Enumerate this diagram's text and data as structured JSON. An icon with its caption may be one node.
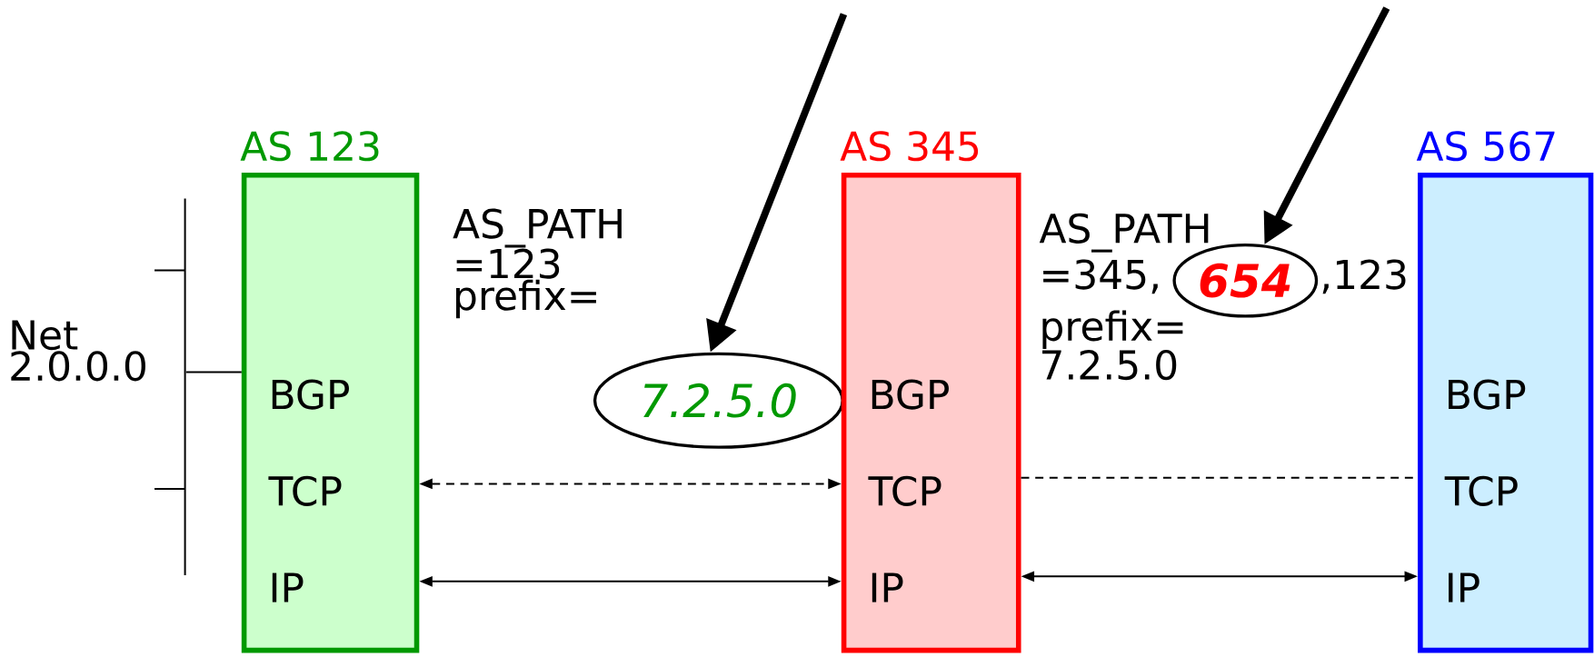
{
  "diagram": {
    "nodes": [
      {
        "text": [],
        "shape": "bar",
        "beside": [
          "Net 2.0.0.0"
        ]
      },
      {
        "text": [
          "AS 123",
          "BGP",
          "TCP",
          "IP"
        ]
      },
      {
        "text": [
          "7.2.5.0"
        ]
      },
      {
        "text": [
          "AS 345",
          "BGP",
          "TCP",
          "IP"
        ]
      },
      {
        "text": [
          "654"
        ]
      },
      {
        "text": [
          "AS 567",
          "BGP",
          "TCP",
          "IP"
        ]
      }
    ],
    "edges": [
      {
        "from": 0,
        "to": 1,
        "arrow": "none"
      },
      {
        "from": 1,
        "to": 3,
        "arrow": "both",
        "style": "dashed"
      },
      {
        "from": 1,
        "to": 3,
        "arrow": "both"
      },
      {
        "from": 3,
        "to": 5,
        "arrow": "none",
        "style": "dashed"
      },
      {
        "from": 3,
        "to": 5,
        "arrow": "both"
      },
      {
        "from": null,
        "to": 2,
        "arrow": "to",
        "style": "thick"
      },
      {
        "from": null,
        "to": 4,
        "arrow": "to",
        "style": "thick"
      }
    ],
    "labels": [
      "AS_PATH =123 prefix=",
      "AS_PATH",
      "=345,",
      ",123",
      "prefix= 7.2.5.0"
    ]
  }
}
